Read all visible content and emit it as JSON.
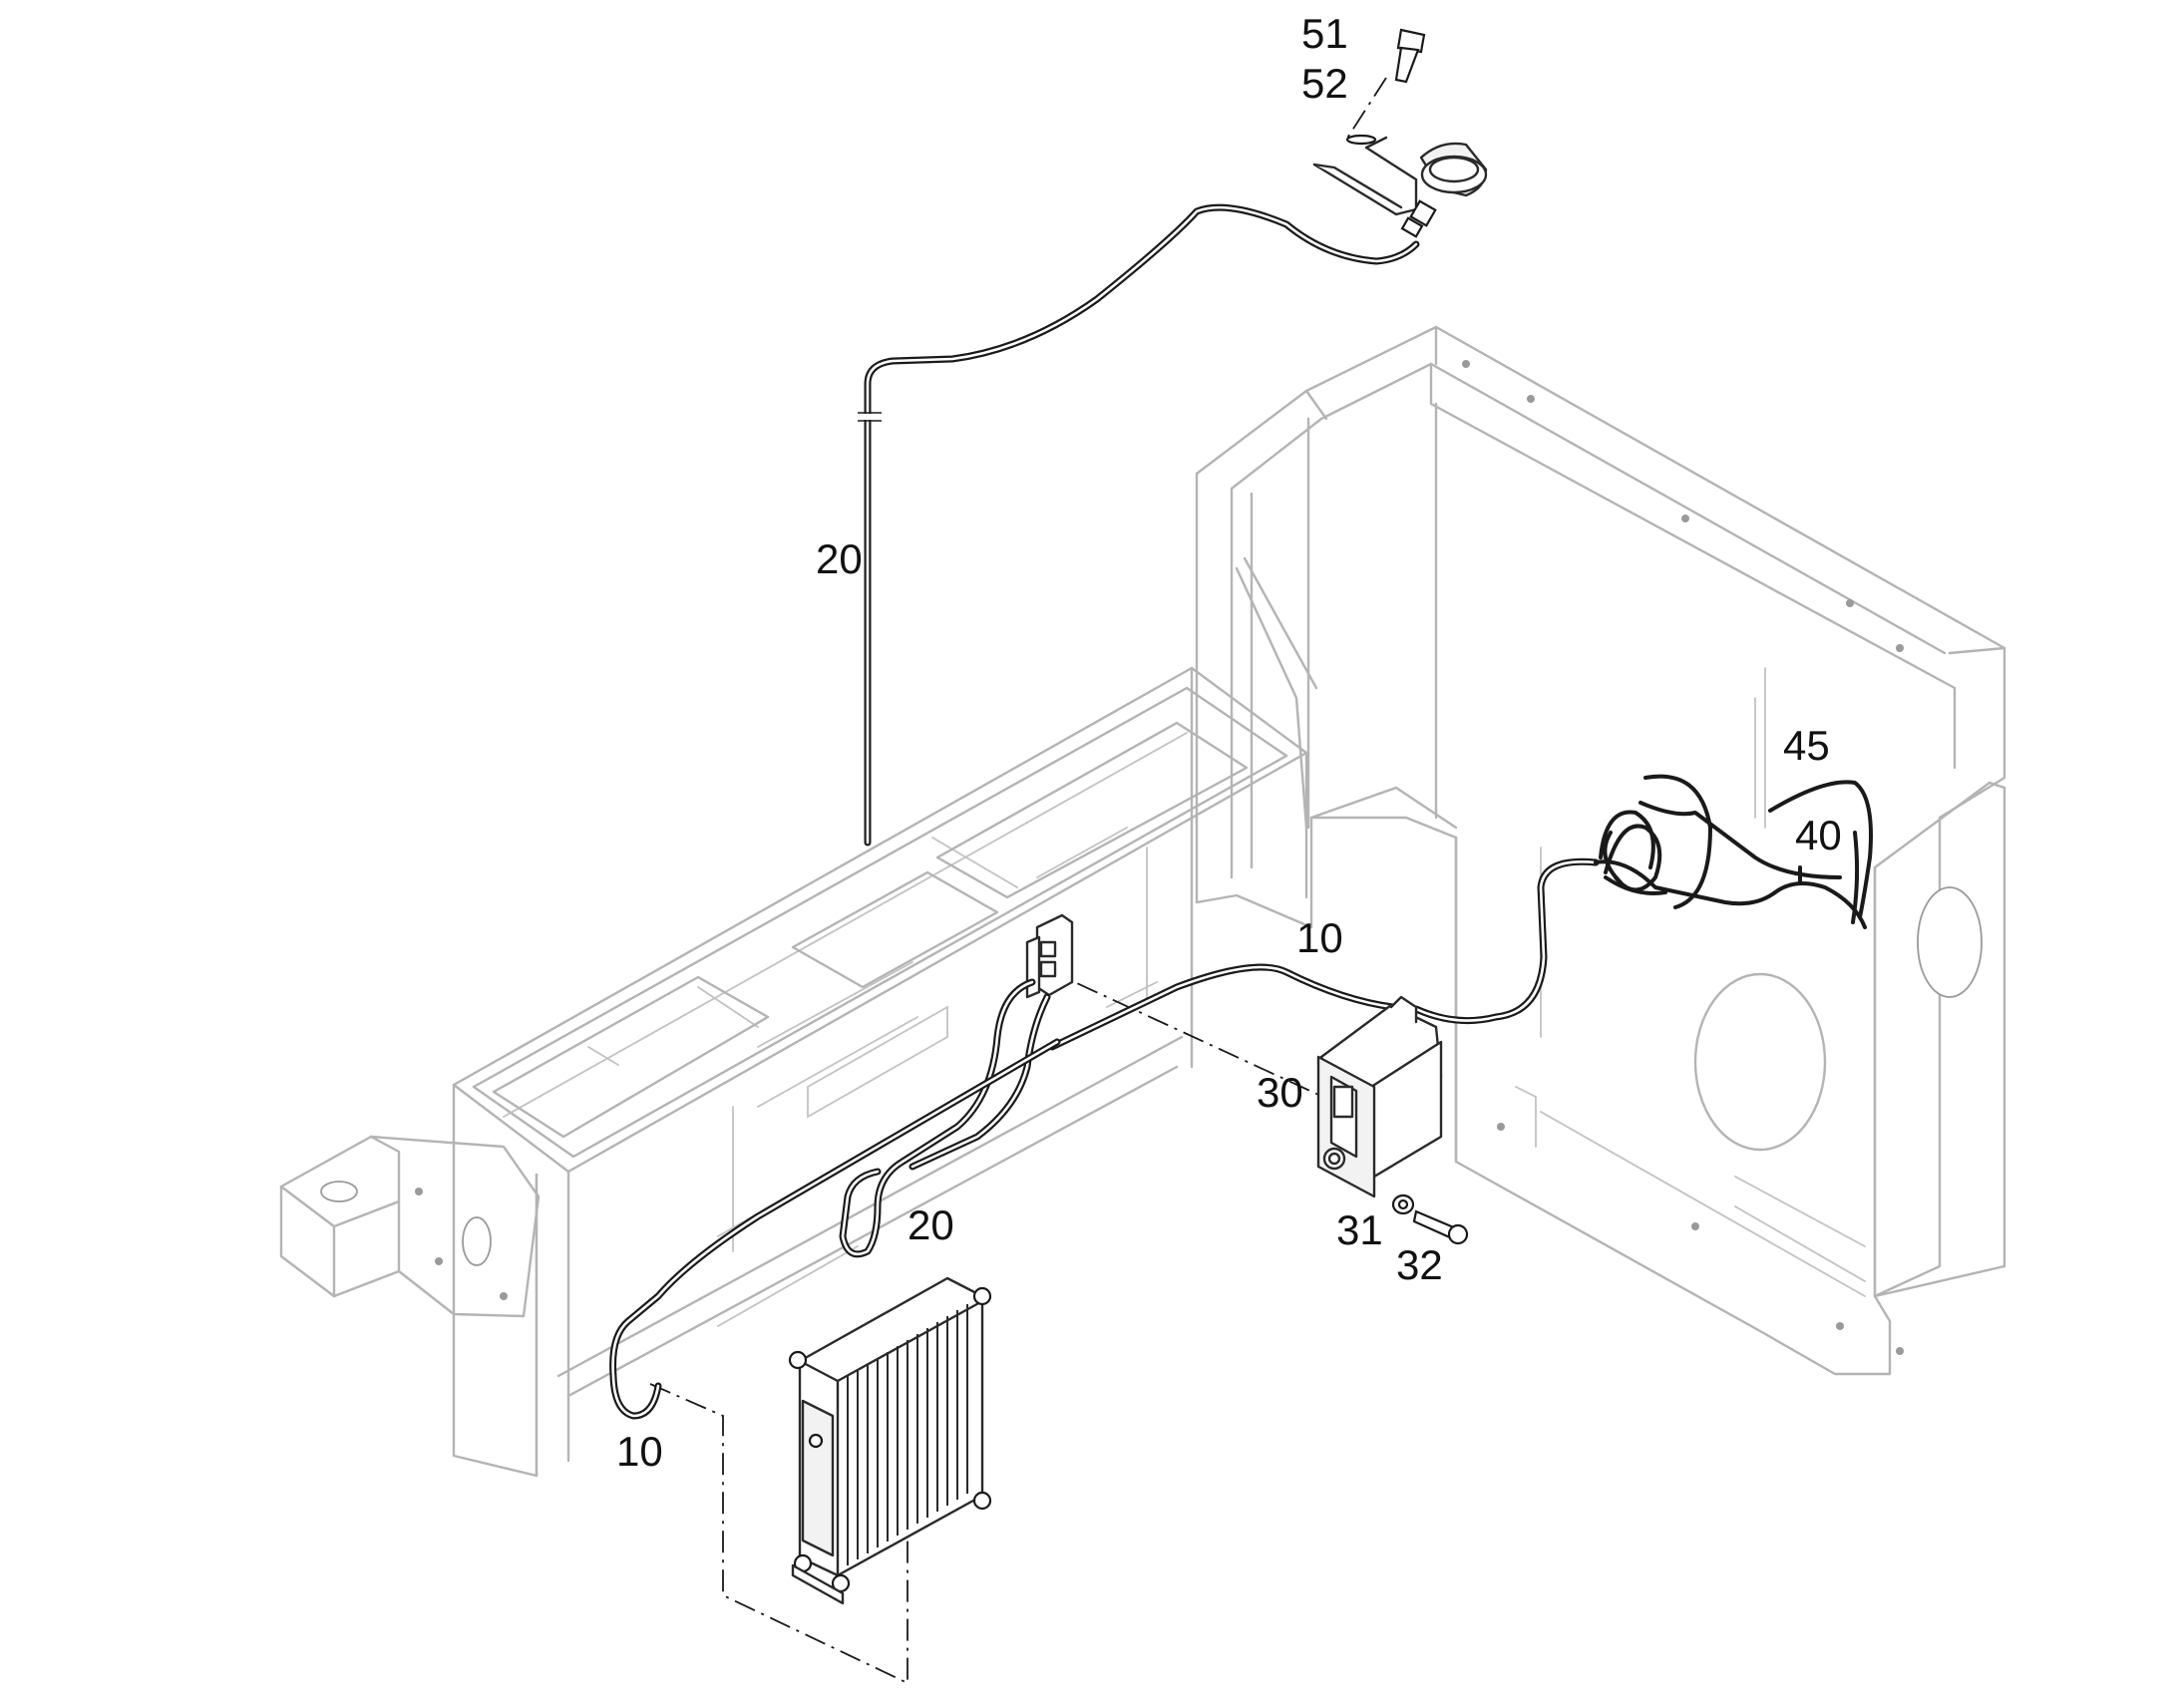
{
  "callouts": {
    "part_51": "51",
    "part_52": "52",
    "part_20_upper": "20",
    "part_45": "45",
    "part_40": "40",
    "part_10_right": "10",
    "part_30": "30",
    "part_31": "31",
    "part_32": "32",
    "part_20_lower": "20",
    "part_10_left": "10"
  }
}
